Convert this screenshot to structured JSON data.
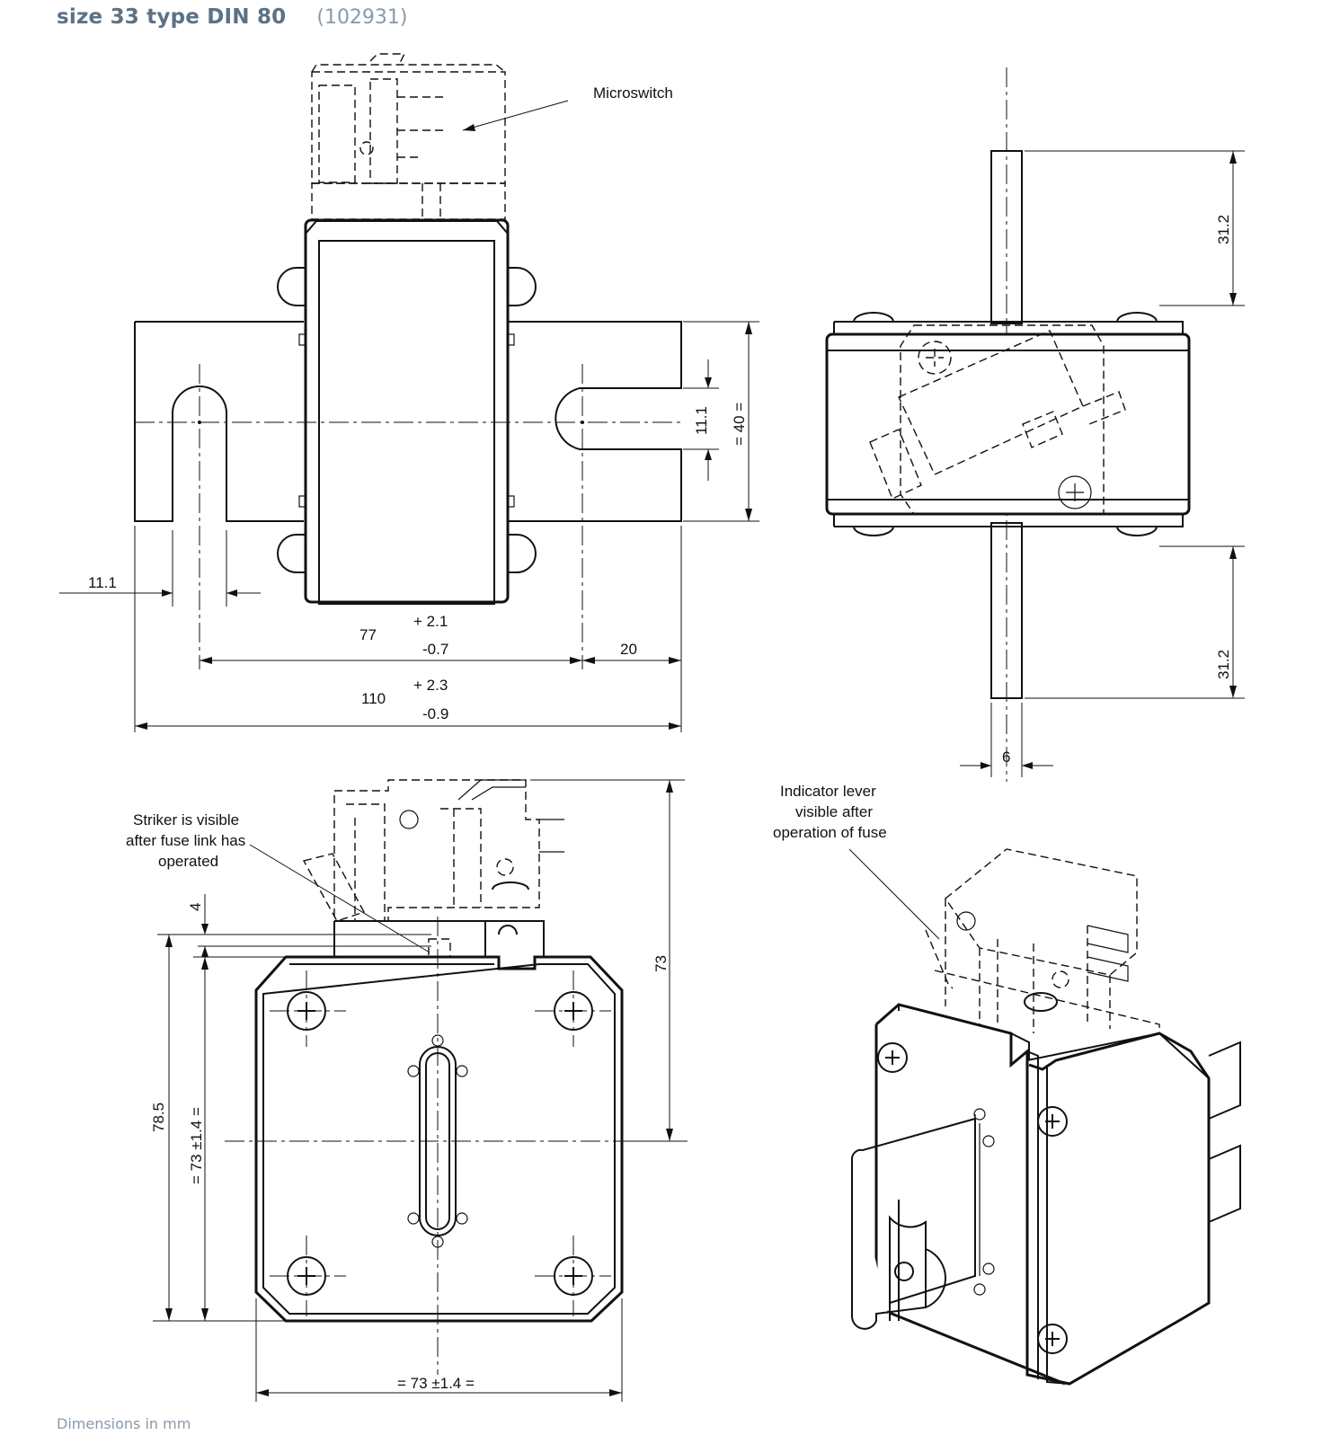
{
  "header": {
    "title": "size 33 type DIN 80",
    "code": "(102931)"
  },
  "footer": {
    "note": "Dimensions in mm"
  },
  "labels": {
    "microswitch": "Microswitch",
    "striker_1": "Striker is visible",
    "striker_2": "after fuse link has",
    "striker_3": "operated",
    "indicator_1": "Indicator lever",
    "indicator_2": "visible after",
    "indicator_3": "operation of fuse"
  },
  "dims": {
    "slot_width_front": "11.1",
    "d77": "77",
    "d77_plus": "+ 2.1",
    "d77_minus": "-0.7",
    "d20": "20",
    "d110": "110",
    "d110_plus": "+ 2.3",
    "d110_minus": "-0.9",
    "slot_width_side": "11.1",
    "tag_height": "= 40 =",
    "top_blade": "31.2",
    "bottom_blade": "31.2",
    "blade_thickness": "6",
    "striker_4": "4",
    "height_73": "73",
    "height_785": "78.5",
    "body_73_v": "= 73 ±1.4 =",
    "body_73_h": "= 73 ±1.4 ="
  }
}
